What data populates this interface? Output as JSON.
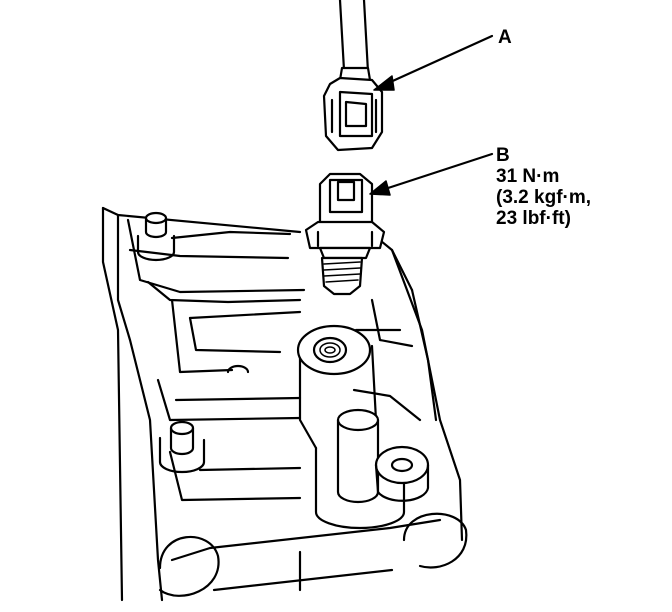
{
  "labels": {
    "a": {
      "letter": "A"
    },
    "b": {
      "letter": "B",
      "torque_nm": "31 N·m",
      "torque_kgf": "(3.2 kgf·m,",
      "torque_lbf": "23 lbf·ft)"
    }
  },
  "colors": {
    "line": "#000000",
    "background": "#ffffff"
  }
}
